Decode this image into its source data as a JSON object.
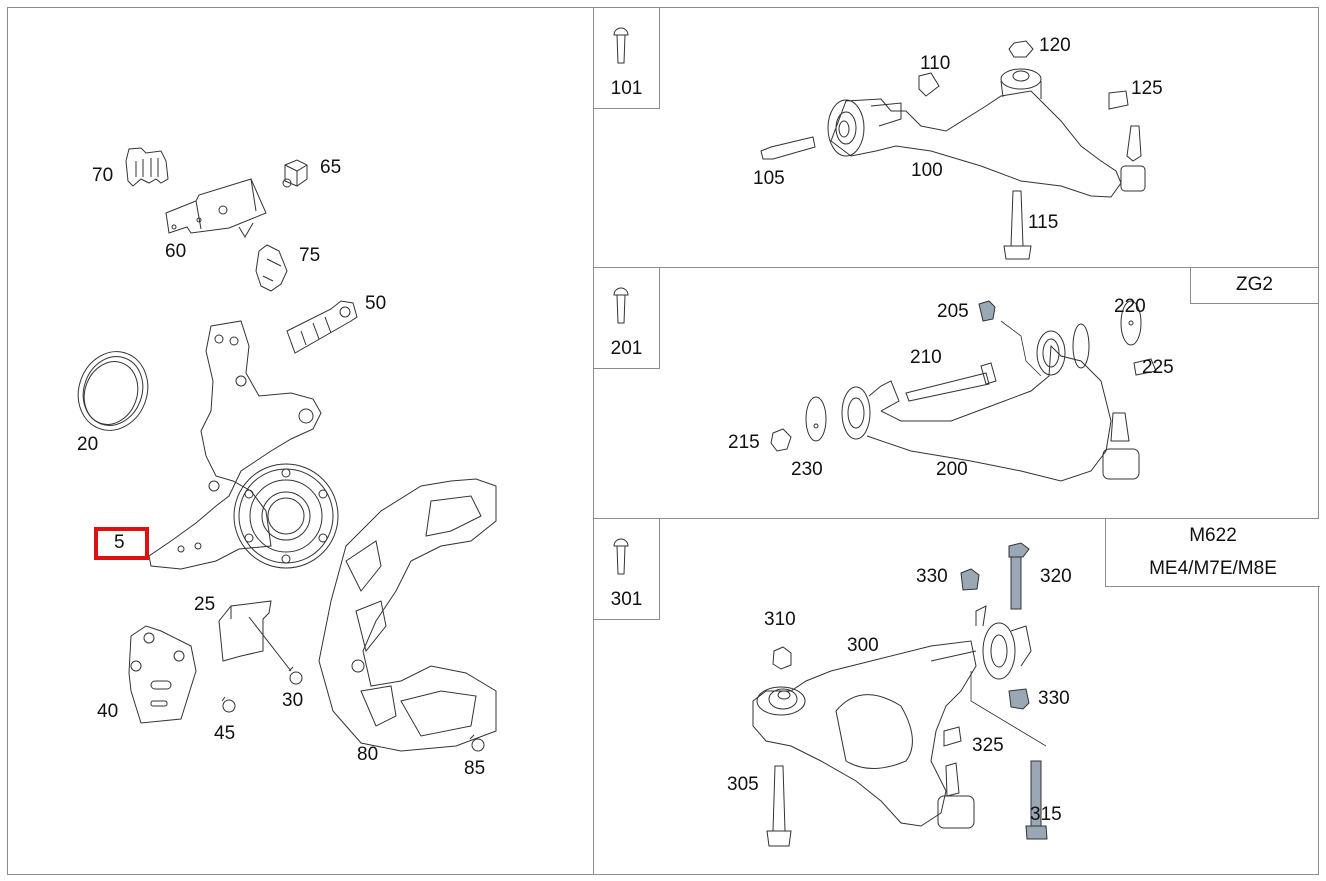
{
  "highlight_color": "#e01010",
  "left_panel": {
    "labels": {
      "p5": "5",
      "p20": "20",
      "p25": "25",
      "p30": "30",
      "p40": "40",
      "p45": "45",
      "p50": "50",
      "p60": "60",
      "p65": "65",
      "p70": "70",
      "p75": "75",
      "p80": "80",
      "p85": "85"
    },
    "selected_part": "5"
  },
  "panel_100": {
    "ref": "101",
    "labels": {
      "p100": "100",
      "p105": "105",
      "p110": "110",
      "p115": "115",
      "p120": "120",
      "p125": "125"
    }
  },
  "panel_200": {
    "ref": "201",
    "variant": "ZG2",
    "labels": {
      "p200": "200",
      "p205": "205",
      "p210": "210",
      "p215": "215",
      "p220": "220",
      "p225": "225",
      "p230": "230"
    }
  },
  "panel_300": {
    "ref": "301",
    "variants": [
      "M622",
      "ME4/M7E/M8E"
    ],
    "labels": {
      "p300": "300",
      "p305": "305",
      "p310": "310",
      "p315": "315",
      "p320": "320",
      "p325": "325",
      "p330a": "330",
      "p330b": "330"
    }
  },
  "colors": {
    "line": "#333333",
    "grey_part": "#9aa7b4",
    "border": "#8c8c8c"
  }
}
